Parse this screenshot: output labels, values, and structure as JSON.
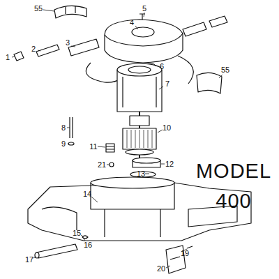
{
  "diagram": {
    "labels": [
      "55",
      "5",
      "4",
      "1",
      "2",
      "3",
      "6",
      "55",
      "7",
      "8",
      "10",
      "9",
      "11",
      "21",
      "12",
      "13",
      "14",
      "15",
      "16",
      "17",
      "19",
      "20",
      "MODEL",
      "400"
    ]
  }
}
